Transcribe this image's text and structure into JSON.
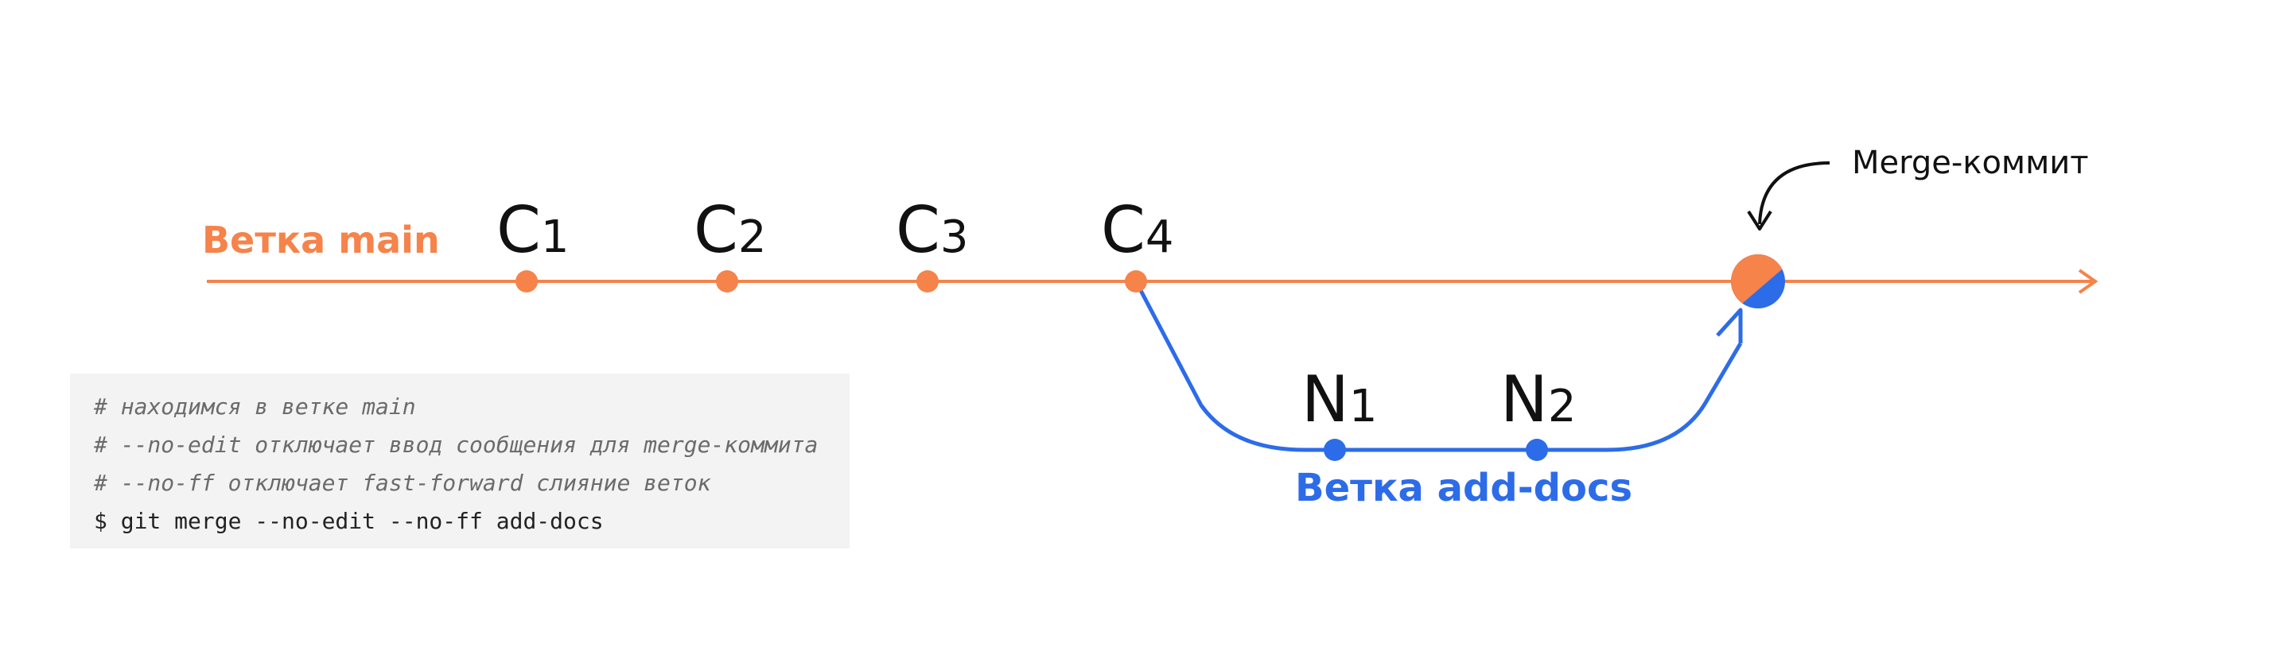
{
  "branches": {
    "main": {
      "label": "Ветка main",
      "color": "#f5834a"
    },
    "add_docs": {
      "label": "Ветка add-docs",
      "color": "#2d6ce8"
    }
  },
  "commits": {
    "main": [
      {
        "letter": "C",
        "sub": "1"
      },
      {
        "letter": "C",
        "sub": "2"
      },
      {
        "letter": "C",
        "sub": "3"
      },
      {
        "letter": "C",
        "sub": "4"
      }
    ],
    "add_docs": [
      {
        "letter": "N",
        "sub": "1"
      },
      {
        "letter": "N",
        "sub": "2"
      }
    ]
  },
  "merge_commit": {
    "label": "Merge-коммит"
  },
  "code": {
    "lines": [
      {
        "text": "# находимся в ветке main",
        "comment": true
      },
      {
        "text": "# --no-edit отключает ввод сообщения для merge-коммита",
        "comment": true
      },
      {
        "text": "# --no-ff отключает fast-forward слияние веток",
        "comment": true
      },
      {
        "text": "$ git merge --no-edit --no-ff add-docs",
        "comment": false
      }
    ]
  }
}
